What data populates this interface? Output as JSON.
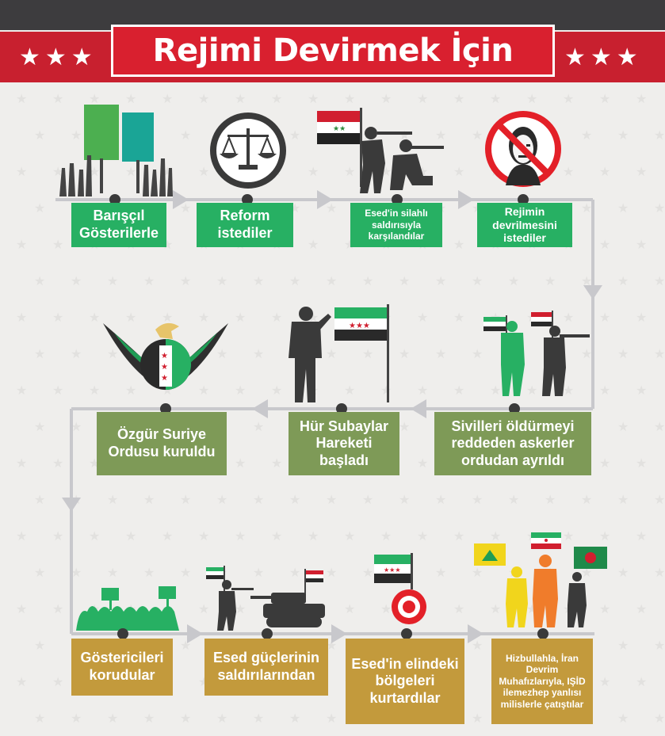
{
  "title": "Rejimi Devirmek İçin",
  "colors": {
    "banner_red": "#d9202f",
    "dark": "#3d3c3e",
    "green": "#27b063",
    "olive": "#7e9a57",
    "gold": "#c39a3c",
    "line_gray": "#c8c8cc"
  },
  "icons": {
    "decor": [
      "star-icon"
    ],
    "row1": [
      "protest-signs-icon",
      "scales-of-justice-icon",
      "syrian-flag-icon",
      "soldiers-aiming-icon",
      "no-assad-sign-icon"
    ],
    "row2": [
      "free-syrian-army-eagle-emblem-icon",
      "saluting-officer-icon",
      "revolution-flag-icon",
      "defecting-soldiers-icon"
    ],
    "row3": [
      "crowd-with-signs-icon",
      "soldier-and-tank-icon",
      "target-icon",
      "militia-fighters-icon",
      "hezbollah-flag-icon",
      "iran-flag-icon"
    ]
  },
  "steps": [
    {
      "id": "s1",
      "text": "Barışçıl Gösterilerle",
      "color": "green"
    },
    {
      "id": "s2",
      "text": "Reform istediler",
      "color": "green"
    },
    {
      "id": "s3",
      "text": "Esed'in silahlı saldırısıyla karşılandılar",
      "color": "green"
    },
    {
      "id": "s4",
      "text": "Rejimin devrilmesini istediler",
      "color": "green"
    },
    {
      "id": "s5",
      "text": "Sivilleri öldürmeyi reddeden askerler ordudan ayrıldı",
      "color": "olive"
    },
    {
      "id": "s6",
      "text": "Hür Subaylar Hareketi başladı",
      "color": "olive"
    },
    {
      "id": "s7",
      "text": "Özgür Suriye Ordusu kuruldu",
      "color": "olive"
    },
    {
      "id": "s8",
      "text": "Göstericileri korudular",
      "color": "gold"
    },
    {
      "id": "s9",
      "text": "Esed güçlerinin saldırılarından",
      "color": "gold"
    },
    {
      "id": "s10",
      "text": "Esed'in elindeki bölgeleri kurtardılar",
      "color": "gold"
    },
    {
      "id": "s11",
      "text": "Hizbullahla, İran Devrim Muhafızlarıyla, IŞİD ilemezhep yanlısı milislerle çatıştılar",
      "color": "gold"
    }
  ]
}
